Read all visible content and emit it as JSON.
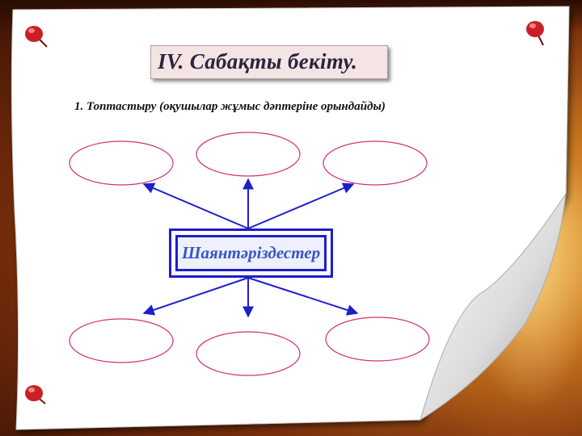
{
  "slide": {
    "title": "IV. Сабақты бекіту.",
    "task": "1. Топтастыру (оқушылар жұмыс дәптеріне орындайды)"
  },
  "diagram": {
    "center_label": "Шаянтәрiздестер",
    "top_nodes": [
      "",
      "",
      ""
    ],
    "bottom_nodes": [
      "",
      "",
      ""
    ]
  },
  "colors": {
    "arrow": "#1e1ecc",
    "ellipse_stroke": "#d0307a",
    "title_bg": "#f4e4e4",
    "pin": "#cc1f25"
  }
}
